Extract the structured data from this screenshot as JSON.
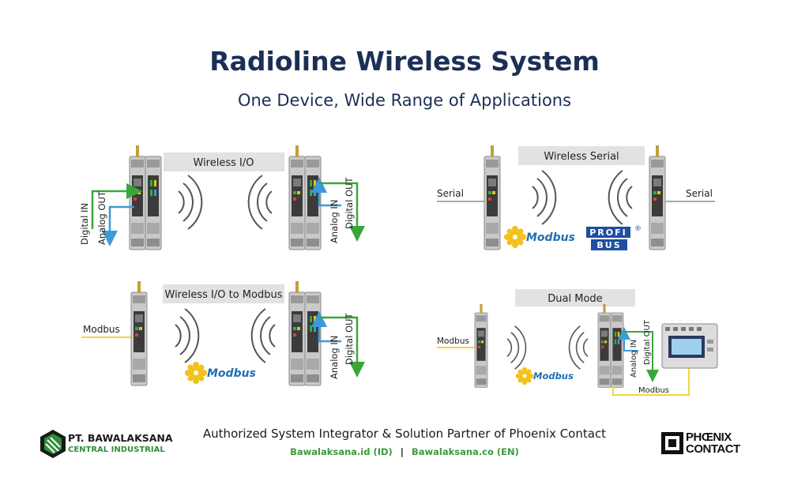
{
  "header": {
    "title": "Radioline Wireless System",
    "subtitle": "One Device, Wide Range of Applications"
  },
  "panels": {
    "wireless_io": {
      "label": "Wireless I/O",
      "left_in": "Digital IN",
      "left_out": "Analog OUT",
      "right_in": "Analog IN",
      "right_out": "Digital OUT"
    },
    "wireless_serial": {
      "label": "Wireless Serial",
      "left": "Serial",
      "right": "Serial"
    },
    "wireless_io_modbus": {
      "label": "Wireless I/O to Modbus",
      "left": "Modbus",
      "right_in": "Analog IN",
      "right_out": "Digital OUT"
    },
    "dual_mode": {
      "label": "Dual Mode",
      "left": "Modbus",
      "right_in": "Analog IN",
      "right_out": "Digital OUT",
      "bottom": "Modbus"
    }
  },
  "logos": {
    "modbus": "Modbus",
    "profibus_top": "PROFI",
    "profibus_bottom": "BUS",
    "registered": "®"
  },
  "footer": {
    "partner_text": "Authorized System Integrator & Solution Partner of Phoenix Contact",
    "link_id": "Bawalaksana.id (ID)",
    "separator": "|",
    "link_en": "Bawalaksana.co (EN)"
  },
  "brand": {
    "company_line1": "PT. BAWALAKSANA",
    "company_line2": "CENTRAL INDUSTRIAL",
    "partner_line1": "PHŒNIX",
    "partner_line2": "CONTACT"
  },
  "colors": {
    "navy": "#1b2f57",
    "green": "#3aa63a",
    "blue": "#3c9bd6",
    "yellow_wire": "#f0d640",
    "label_box": "#e2e2e2",
    "modbus_blue": "#1f6fb4",
    "modbus_yellow": "#f1c21b",
    "profibus_blue": "#1e4fa0"
  },
  "icons": [
    "radio-module-icon",
    "radio-waves-icon",
    "modbus-logo",
    "profibus-logo",
    "power-meter-icon",
    "bawalaksana-logo",
    "phoenix-contact-logo"
  ]
}
